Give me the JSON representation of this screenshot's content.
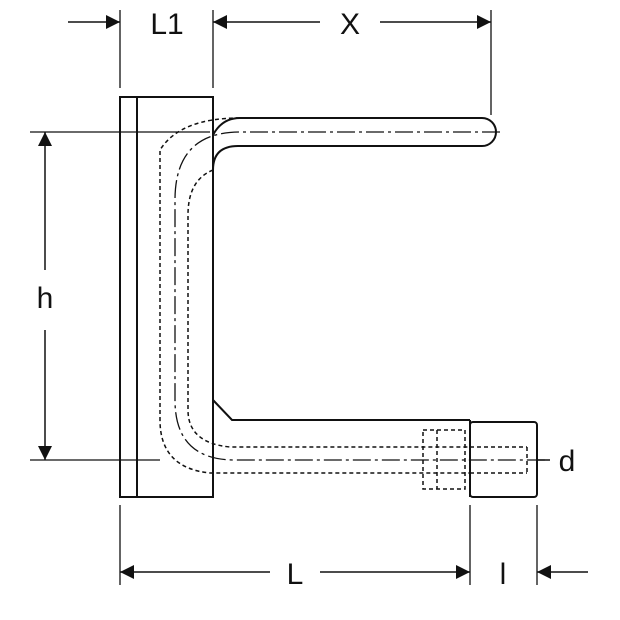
{
  "diagram": {
    "labels": {
      "L1": "L1",
      "X": "X",
      "h": "h",
      "d": "d",
      "L": "L",
      "l": "l"
    },
    "colors": {
      "stroke": "#111111",
      "background": "#ffffff"
    }
  }
}
